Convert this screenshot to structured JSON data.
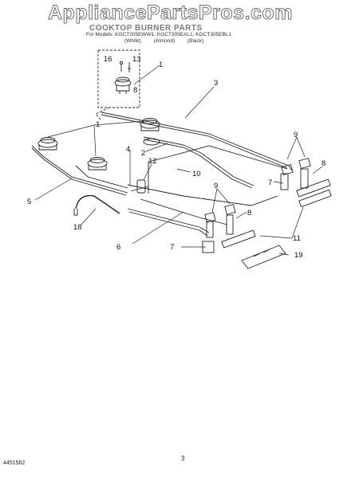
{
  "watermark": "AppliancePartsPros.com",
  "header": {
    "title": "COOKTOP BURNER PARTS",
    "models": "For Models: KGCT305EWW1, KGCT305EAL1, KGCT305EBL1",
    "color_labels": [
      "(White)",
      "(Almond)",
      "(Black)"
    ]
  },
  "callouts": [
    "1",
    "16",
    "13",
    "8",
    "3",
    "1",
    "2",
    "4",
    "12",
    "10",
    "9",
    "8",
    "7",
    "5",
    "18",
    "6",
    "9",
    "8",
    "7",
    "11",
    "19"
  ],
  "footer": {
    "part_number": "4451562",
    "page_number": "3"
  }
}
